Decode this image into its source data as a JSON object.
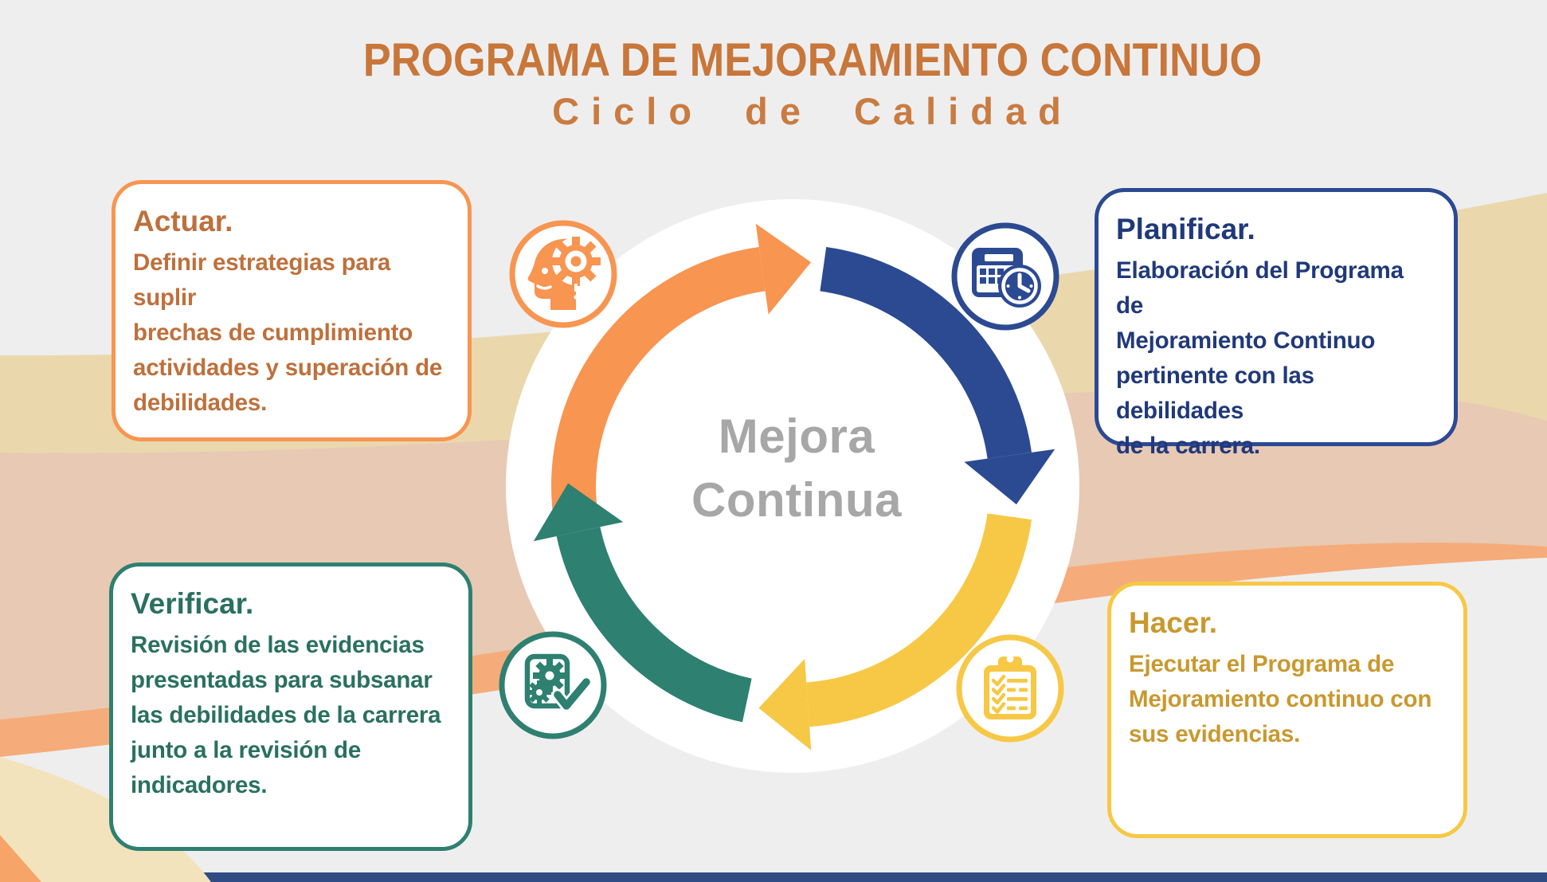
{
  "title": {
    "main": "PROGRAMA DE MEJORAMIENTO CONTINUO",
    "subtitle": "Ciclo de Calidad"
  },
  "center_label": "Mejora\nContinua",
  "cards": {
    "actuar": {
      "heading": "Actuar.",
      "body": "Definir estrategias para suplir\nbrechas de cumplimiento\nactividades y superación de\ndebilidades."
    },
    "planificar": {
      "heading": "Planificar.",
      "body": "Elaboración del Programa de\nMejoramiento Continuo\npertinente con las debilidades\nde la carrera."
    },
    "verificar": {
      "heading": "Verificar.",
      "body": "Revisión de las evidencias\npresentadas para subsanar\nlas debilidades de la carrera\njunto a la revisión de\nindicadores."
    },
    "hacer": {
      "heading": "Hacer.",
      "body": "Ejecutar el Programa de\nMejoramiento continuo con\nsus evidencias."
    }
  },
  "icons": {
    "actuar": "thinking-head-gear-icon",
    "planificar": "calendar-clock-icon",
    "verificar": "document-gear-check-icon",
    "hacer": "clipboard-checklist-icon"
  },
  "colors": {
    "background": "#EEEEEF",
    "title_orange": "#C8763A",
    "orange_accent": "#F79551",
    "orange_text": "#BE703C",
    "navy_accent": "#2C4A92",
    "navy_text": "#20397A",
    "teal_accent": "#2E8070",
    "teal_text": "#2A7060",
    "gold_accent": "#F7C845",
    "gold_text": "#C9992F",
    "center_gray": "#A7A7A7",
    "disc_white": "#FFFFFF",
    "band_cream": "#EAD7AC",
    "band_rose": "#E7C9B4",
    "band_orange": "#F5AC7A",
    "band_pale_cream": "#F2E3BC",
    "corner_orange": "#F6A468",
    "footer_navy": "#2F4C84"
  }
}
